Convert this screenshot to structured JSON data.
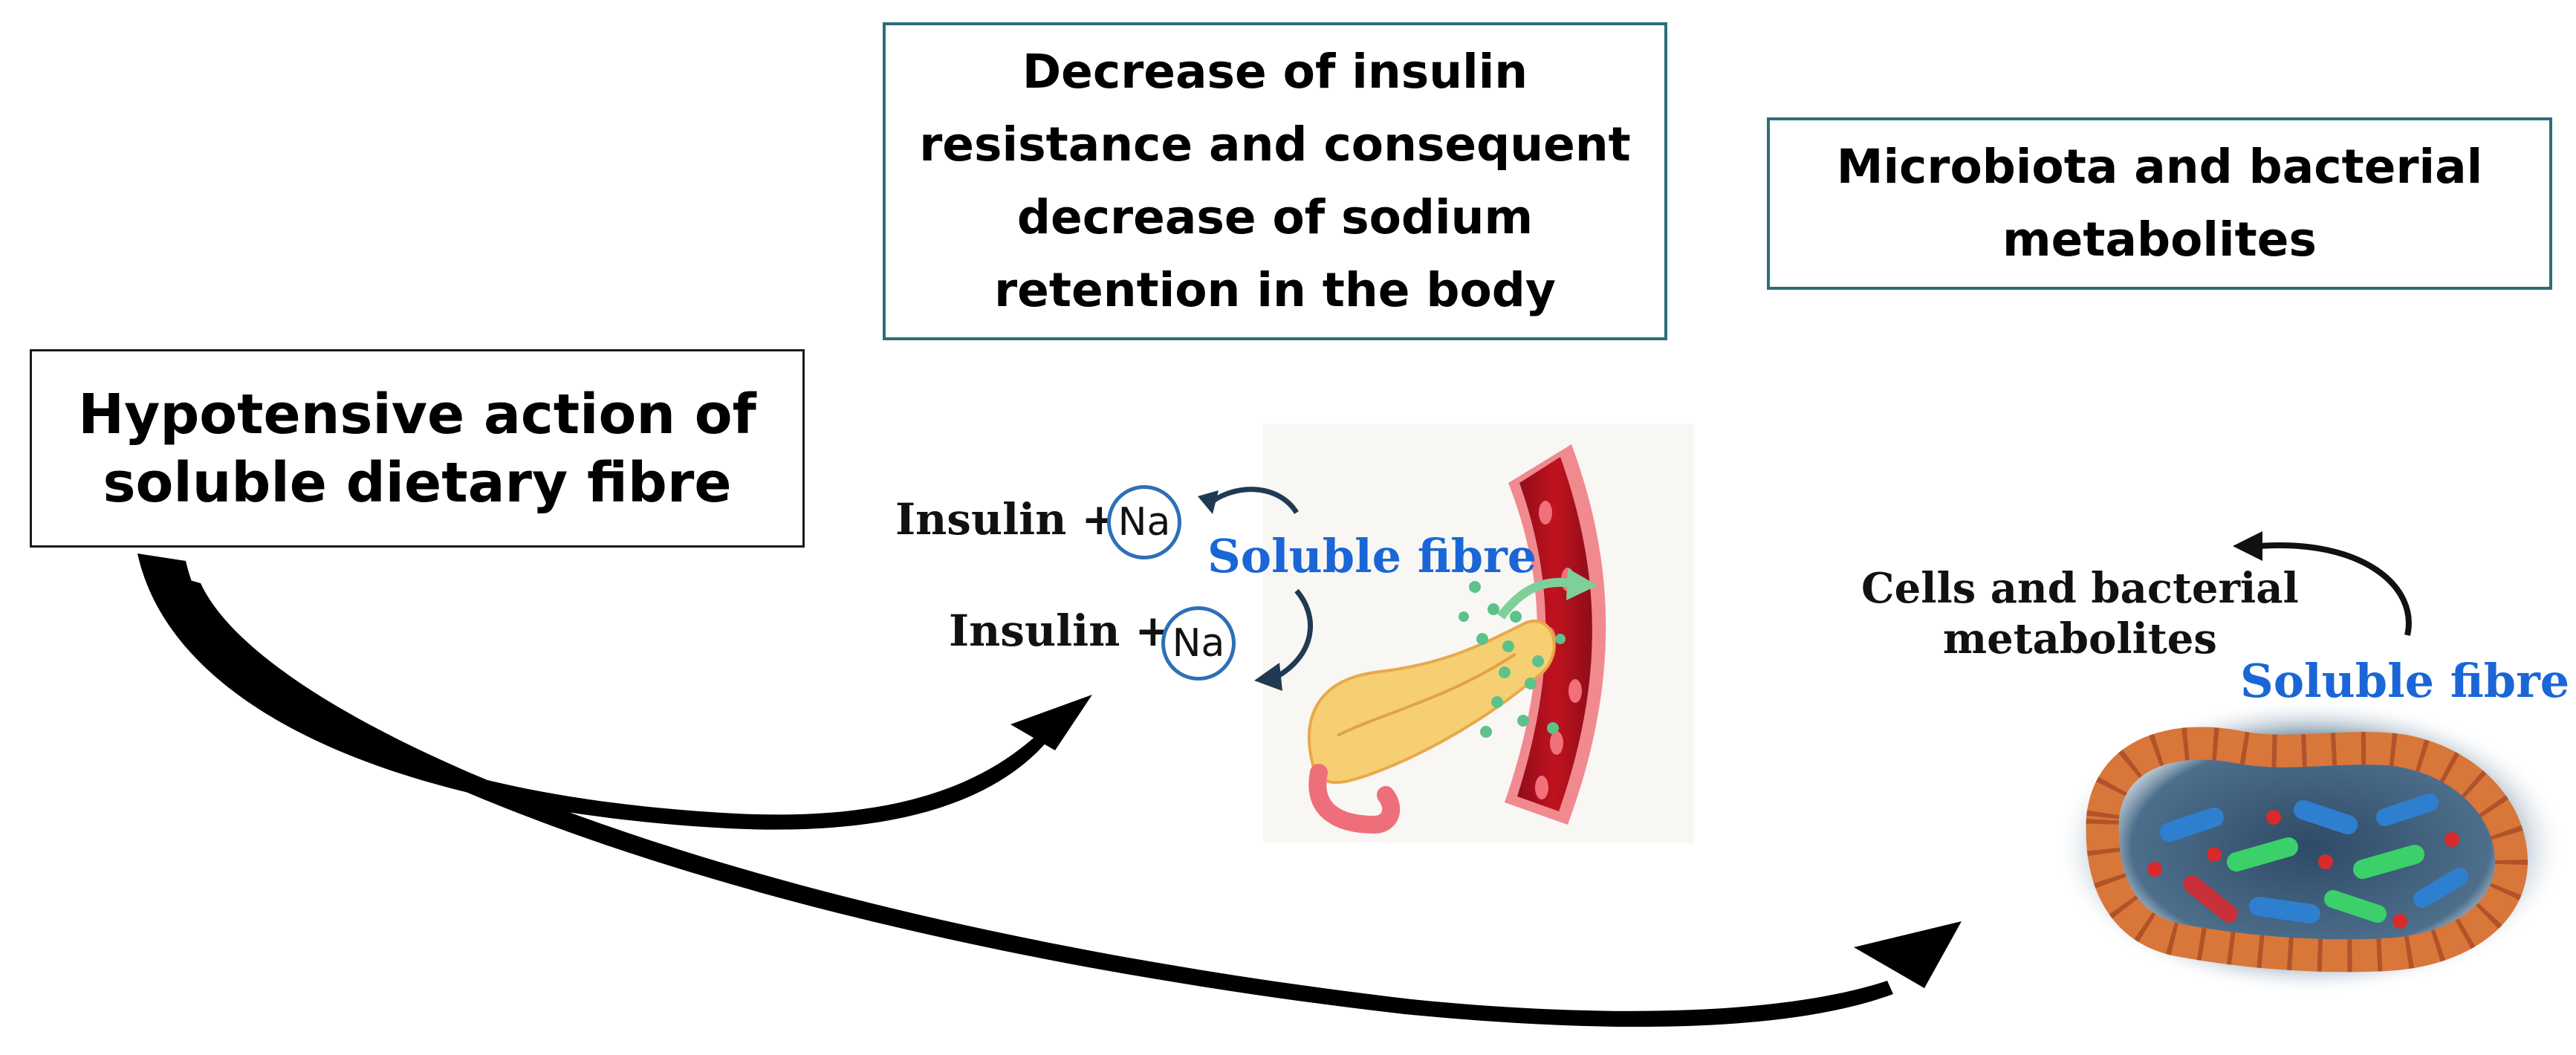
{
  "boxes": {
    "main": [
      "Hypotensive action of",
      "soluble dietary fibre"
    ],
    "insulin": [
      "Decrease of insulin",
      "resistance and consequent",
      "decrease of sodium",
      "retention in the body"
    ],
    "microbiota": [
      "Microbiota and bacterial",
      "metabolites"
    ]
  },
  "pancreas_panel": {
    "insulin_label": "Insulin +",
    "sodium_symbol": "Na",
    "fibre_label": "Soluble fibre"
  },
  "gut_panel": {
    "cells_label": [
      "Cells and bacterial",
      "metabolites"
    ],
    "fibre_label": "Soluble fibre"
  },
  "colors": {
    "box_border_teal": "#2a6f78",
    "fibre_text_blue": "#1a66d6",
    "sodium_ring_blue": "#2e6fb8",
    "vessel_red": "#b3121f",
    "pancreas_yellow": "#f6cf72",
    "fibre_dots_green": "#5dc28a"
  }
}
